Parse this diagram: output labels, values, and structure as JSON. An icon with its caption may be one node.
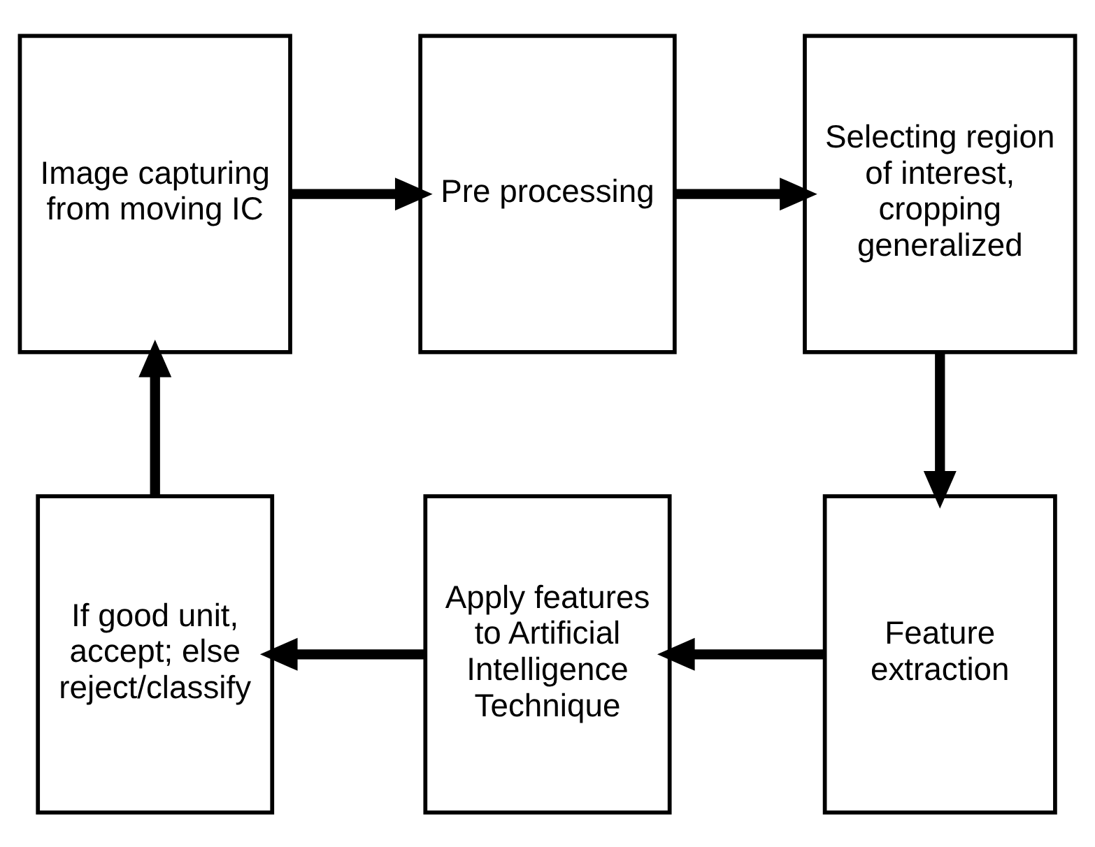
{
  "diagram": {
    "nodes": [
      {
        "text": [
          "Image capturing from moving IC"
        ]
      },
      {
        "text": [
          "Pre processing"
        ]
      },
      {
        "text": [
          "Selecting region of interest, cropping generalized"
        ]
      },
      {
        "text": [
          "Feature extraction"
        ]
      },
      {
        "text": [
          "Apply features to Artificial Intelligence Technique"
        ]
      },
      {
        "text": [
          "If good unit, accept; else reject/classify"
        ]
      }
    ],
    "edges": [
      {
        "from": 0,
        "to": 1,
        "arrow": "to"
      },
      {
        "from": 1,
        "to": 2,
        "arrow": "to"
      },
      {
        "from": 2,
        "to": 3,
        "arrow": "to"
      },
      {
        "from": 3,
        "to": 4,
        "arrow": "to"
      },
      {
        "from": 4,
        "to": 5,
        "arrow": "to"
      },
      {
        "from": 5,
        "to": 0,
        "arrow": "to"
      }
    ]
  }
}
